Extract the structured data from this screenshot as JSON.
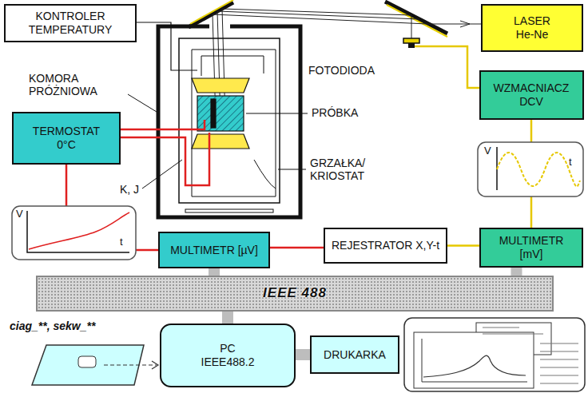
{
  "diagram": {
    "nodes": [
      {
        "text": [
          "KONTROLER TEMPERATURY"
        ]
      },
      {
        "text": [
          "LASER He-Ne"
        ]
      },
      {
        "text": [
          "WZMACNIACZ DCV"
        ]
      },
      {
        "text": [
          "TERMOSTAT 0°C"
        ]
      },
      {
        "text": [
          "MULTIMETR [µV]"
        ]
      },
      {
        "text": [
          "REJESTRATOR X,Y-t"
        ]
      },
      {
        "text": [
          "MULTIMETR [mV]"
        ]
      },
      {
        "text": [
          "IEEE 488"
        ]
      },
      {
        "text": [
          "PC IEEE488.2"
        ]
      },
      {
        "text": [
          "DRUKARKA"
        ]
      }
    ],
    "edges": [
      {
        "from": 3,
        "to": 4,
        "arrow": "none"
      },
      {
        "from": 4,
        "to": 5,
        "arrow": "none"
      },
      {
        "from": 5,
        "to": 6,
        "arrow": "none"
      },
      {
        "from": 2,
        "to": 6,
        "arrow": "none"
      },
      {
        "from": 4,
        "to": 7,
        "arrow": "none"
      },
      {
        "from": 6,
        "to": 7,
        "arrow": "none"
      },
      {
        "from": 7,
        "to": 8,
        "arrow": "none"
      },
      {
        "from": 8,
        "to": 9,
        "arrow": "none"
      }
    ],
    "labels": [
      "KOMORA PRÓŻNIOWA",
      "PRÓBKA",
      "FOTODIODA",
      "GRZAŁKA/ KRIOSTAT",
      "K, J",
      "V",
      "t",
      "V",
      "t",
      "ciag_**, sekw_**"
    ]
  }
}
